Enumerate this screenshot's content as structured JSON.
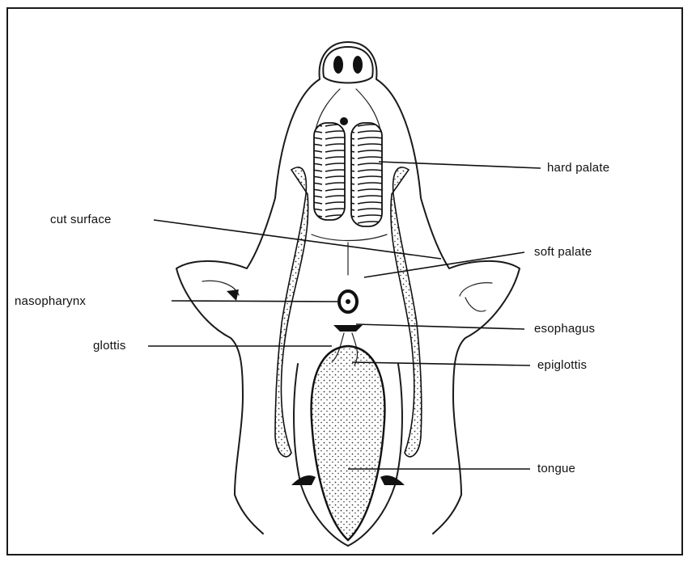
{
  "labels": {
    "hard_palate": "hard palate",
    "cut_surface": "cut surface",
    "soft_palate": "soft palate",
    "nasopharynx": "nasopharynx",
    "esophagus": "esophagus",
    "glottis": "glottis",
    "epiglottis": "epiglottis",
    "tongue": "tongue"
  },
  "colors": {
    "ink": "#111111",
    "paper": "#ffffff"
  }
}
